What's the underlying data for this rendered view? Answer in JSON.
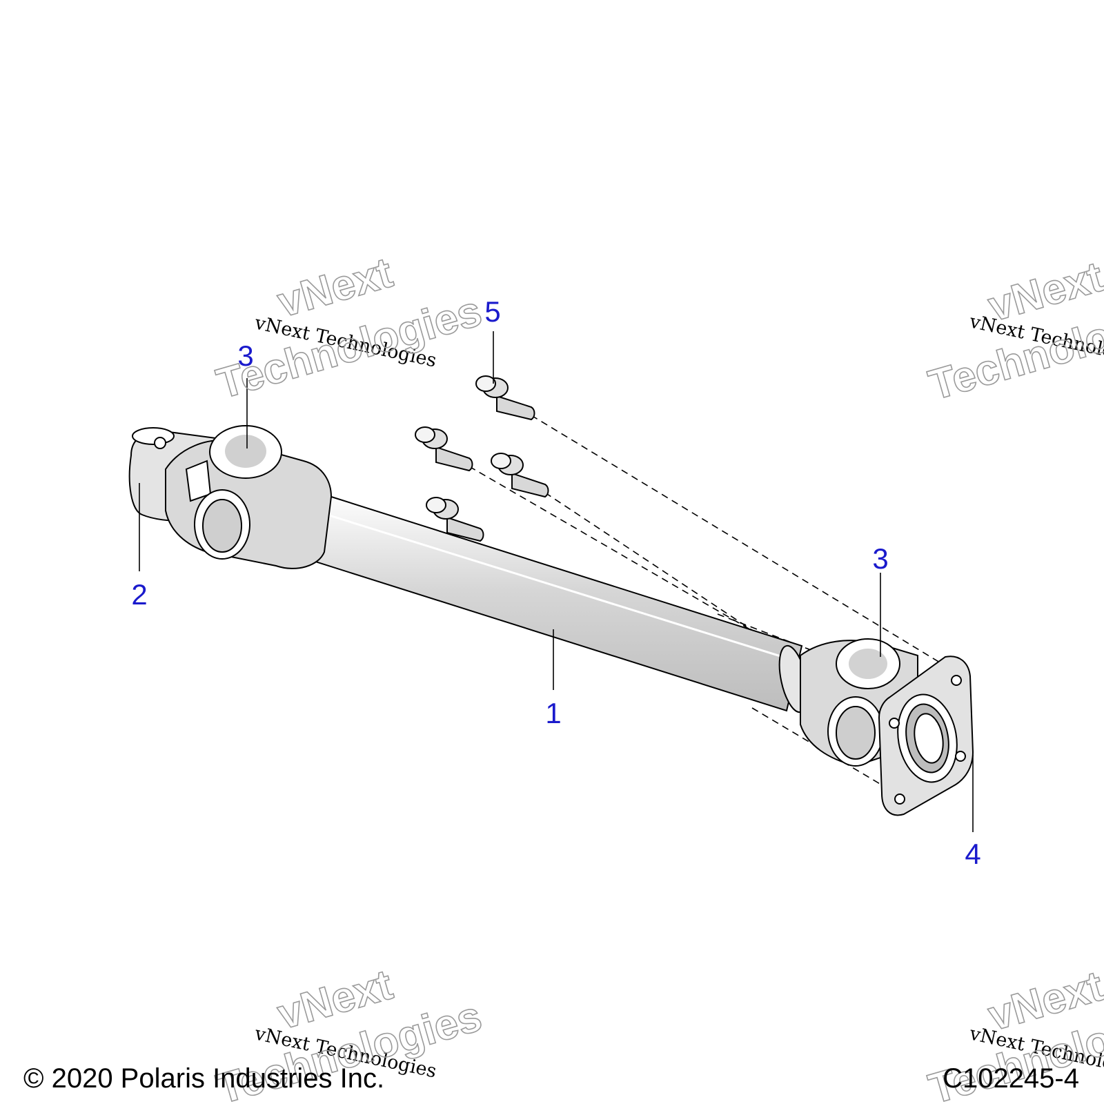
{
  "colors": {
    "line": "#000000",
    "callout": "#1a1acc",
    "shade": "#c9c9c9",
    "watermark": "#9a9a9a"
  },
  "callouts": [
    {
      "label": "1"
    },
    {
      "label": "2"
    },
    {
      "label": "3"
    },
    {
      "label": "3"
    },
    {
      "label": "4"
    },
    {
      "label": "5"
    }
  ],
  "watermark": {
    "line1": "vNext Technologies",
    "big1": "vNext",
    "big2": "Technologies"
  },
  "footer": {
    "copyright": "© 2020 Polaris Industries Inc.",
    "figure_id": "C102245-4"
  }
}
